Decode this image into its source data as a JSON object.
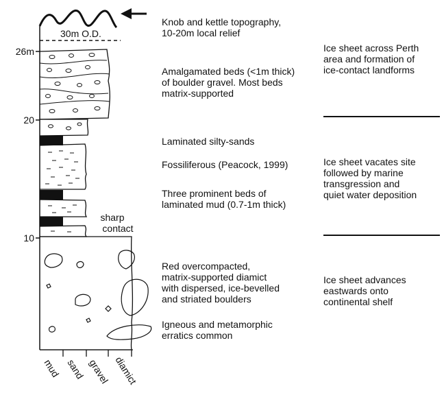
{
  "depth_ticks": [
    "26m",
    "20",
    "10"
  ],
  "datum_label": "30m O.D.",
  "grain_size_labels": [
    "mud",
    "sand",
    "gravel",
    "diamict"
  ],
  "contact_label": [
    "sharp",
    "contact"
  ],
  "descriptions": {
    "knob": [
      "Knob and kettle topography,",
      "10-20m local relief"
    ],
    "amalgamated": [
      "Amalgamated beds (<1m thick)",
      "of boulder gravel.  Most beds",
      "matrix-supported"
    ],
    "laminated": [
      "Laminated silty-sands"
    ],
    "fossiliferous": [
      "Fossiliferous (Peacock, 1999)"
    ],
    "mud_beds": [
      "Three prominent beds of",
      "laminated mud (0.7-1m thick)"
    ],
    "diamict": [
      "Red overcompacted,",
      "matrix-supported diamict",
      "with dispersed, ice-bevelled",
      "and striated boulders"
    ],
    "erratics": [
      "Igneous and metamorphic",
      "erratics common"
    ]
  },
  "interpretations": {
    "ice_sheet_perth": [
      "Ice sheet across Perth",
      "area and formation of",
      "ice-contact landforms"
    ],
    "ice_vacates": [
      "Ice sheet vacates site",
      "followed by marine",
      "transgression and",
      "quiet water deposition"
    ],
    "ice_advances": [
      "Ice sheet advances",
      "eastwards onto",
      "continental shelf"
    ]
  },
  "colors": {
    "ink": "#111111",
    "mud_fill": "#111111",
    "background": "#ffffff"
  }
}
